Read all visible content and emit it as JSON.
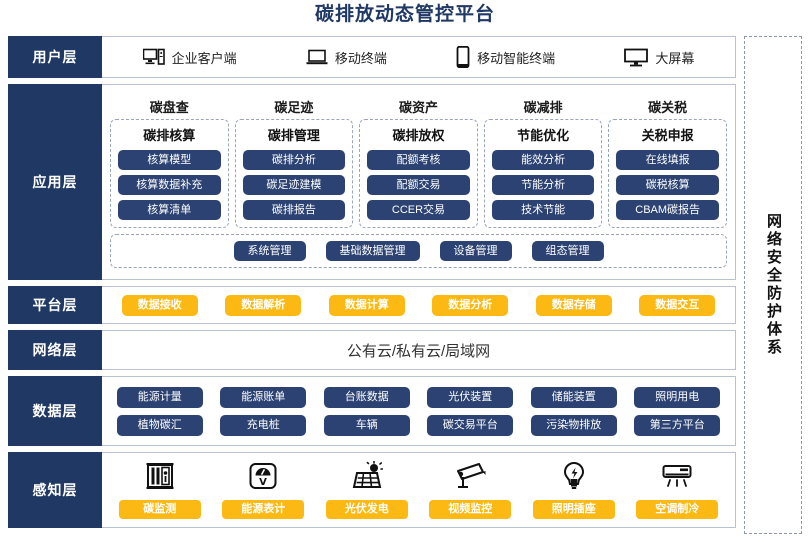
{
  "title": "碳排放动态管控平台",
  "colors": {
    "navy": "#1F3864",
    "navy_pill": "#2B4272",
    "yellow": "#FCB913",
    "border": "#B9C2D4",
    "dashed": "#9AA5BB"
  },
  "security_column": {
    "label": "网络安全防护体系"
  },
  "layers": [
    {
      "id": "user",
      "label": "用户层",
      "items": [
        {
          "icon": "desktop-tower-icon",
          "label": "企业客户端"
        },
        {
          "icon": "laptop-icon",
          "label": "移动终端"
        },
        {
          "icon": "smartphone-icon",
          "label": "移动智能终端"
        },
        {
          "icon": "monitor-icon",
          "label": "大屏幕"
        }
      ]
    },
    {
      "id": "application",
      "label": "应用层",
      "groups": [
        {
          "title": "碳盘查",
          "subtitle": "碳排核算",
          "items": [
            "核算模型",
            "核算数据补充",
            "核算清单"
          ]
        },
        {
          "title": "碳足迹",
          "subtitle": "碳排管理",
          "items": [
            "碳排分析",
            "碳足迹建模",
            "碳排报告"
          ]
        },
        {
          "title": "碳资产",
          "subtitle": "碳排放权",
          "items": [
            "配额考核",
            "配额交易",
            "CCER交易"
          ]
        },
        {
          "title": "碳减排",
          "subtitle": "节能优化",
          "items": [
            "能效分析",
            "节能分析",
            "技术节能"
          ]
        },
        {
          "title": "碳关税",
          "subtitle": "关税申报",
          "items": [
            "在线填报",
            "碳税核算",
            "CBAM碳报告"
          ]
        }
      ],
      "management": [
        "系统管理",
        "基础数据管理",
        "设备管理",
        "组态管理"
      ]
    },
    {
      "id": "platform",
      "label": "平台层",
      "items": [
        "数据接收",
        "数据解析",
        "数据计算",
        "数据分析",
        "数据存储",
        "数据交互"
      ]
    },
    {
      "id": "network",
      "label": "网络层",
      "text": "公有云/私有云/局域网"
    },
    {
      "id": "data",
      "label": "数据层",
      "rows": [
        [
          "能源计量",
          "能源账单",
          "台账数据",
          "光伏装置",
          "储能装置",
          "照明用电"
        ],
        [
          "植物碳汇",
          "充电桩",
          "车辆",
          "碳交易平台",
          "污染物排放",
          "第三方平台"
        ]
      ]
    },
    {
      "id": "perception",
      "label": "感知层",
      "items": [
        {
          "icon": "carbon-monitor-icon",
          "label": "碳监测"
        },
        {
          "icon": "energy-meter-icon",
          "label": "能源表计"
        },
        {
          "icon": "solar-panel-icon",
          "label": "光伏发电"
        },
        {
          "icon": "cctv-camera-icon",
          "label": "视频监控"
        },
        {
          "icon": "light-bulb-icon",
          "label": "照明插座"
        },
        {
          "icon": "air-conditioner-icon",
          "label": "空调制冷"
        }
      ]
    }
  ]
}
